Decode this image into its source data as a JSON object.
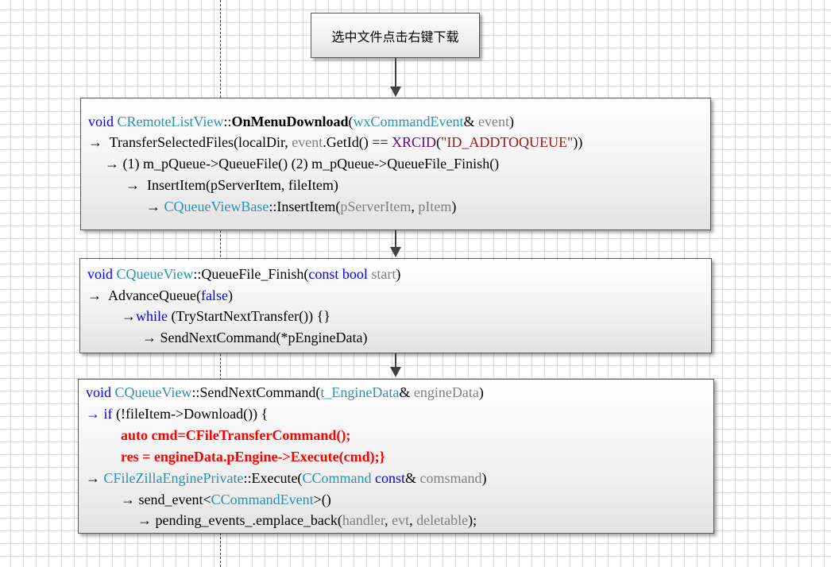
{
  "start_box": {
    "text": "选中文件点击右键下载"
  },
  "box1": {
    "l1": {
      "a": "void",
      "b": "CRemoteListView",
      "c": "::",
      "d": "OnMenuDownload",
      "e": "(",
      "f": "wxCommandEvent",
      "g": "& ",
      "h": "event",
      "i": ")"
    },
    "l2": {
      "a": "→  TransferSelectedFiles(localDir, ",
      "b": "event",
      "c": ".GetId() == ",
      "d": "XRCID",
      "e": "(",
      "f": "\"ID_ADDTOQUEUE\"",
      "g": "))"
    },
    "l3": {
      "a": "→ (1) m_pQueue->QueueFile() (2) m_pQueue->QueueFile_Finish()"
    },
    "l4": {
      "a": "→  InsertItem(pServerItem, fileItem)"
    },
    "l5": {
      "a": "→ ",
      "b": "CQueueViewBase",
      "c": "::InsertItem(",
      "d": "pServerItem",
      "e": ", ",
      "f": "pItem",
      "g": ")"
    }
  },
  "box2": {
    "l1": {
      "a": "void",
      "b": "CQueueView",
      "c": "::QueueFile_Finish(",
      "d": "const",
      "e": "bool",
      "f": "start",
      "g": ")"
    },
    "l2": {
      "a": "→  AdvanceQueue(",
      "b": "false",
      "c": ")"
    },
    "l3": {
      "a": "→",
      "b": "while",
      "c": " (TryStartNextTransfer()) {}"
    },
    "l4": {
      "a": "→ SendNextCommand(*pEngineData)"
    }
  },
  "box3": {
    "l1": {
      "a": "void",
      "b": "CQueueView",
      "c": "::SendNextCommand(",
      "d": "t_EngineData",
      "e": "& ",
      "f": "engineData",
      "g": ")"
    },
    "l2": {
      "a": "→ ",
      "b": "if",
      "c": " (!fileItem->Download()) {"
    },
    "l3": {
      "a": "auto cmd=CFileTransferCommand();"
    },
    "l4": {
      "a": "res = engineData.pEngine->Execute(cmd);}"
    },
    "l5": {
      "a": "→ ",
      "b": "CFileZillaEnginePrivate",
      "c": "::Execute(",
      "d": "CCommand",
      "e": "const",
      "f": "& ",
      "g": "comsmand",
      "h": ")"
    },
    "l6": {
      "a": "→ send_event<",
      "b": "CCommandEvent",
      "c": ">()"
    },
    "l7": {
      "a": "→ pending_events_.emplace_back(",
      "b": "handler",
      "c": ", ",
      "d": "evt",
      "e": ", ",
      "f": "deletable",
      "g": ");"
    }
  },
  "colors": {
    "keyword": "#0000ff",
    "type": "#2b91af",
    "param": "#808080",
    "macro": "#6f008a",
    "string": "#a31515",
    "highlight": "#ff0000"
  }
}
